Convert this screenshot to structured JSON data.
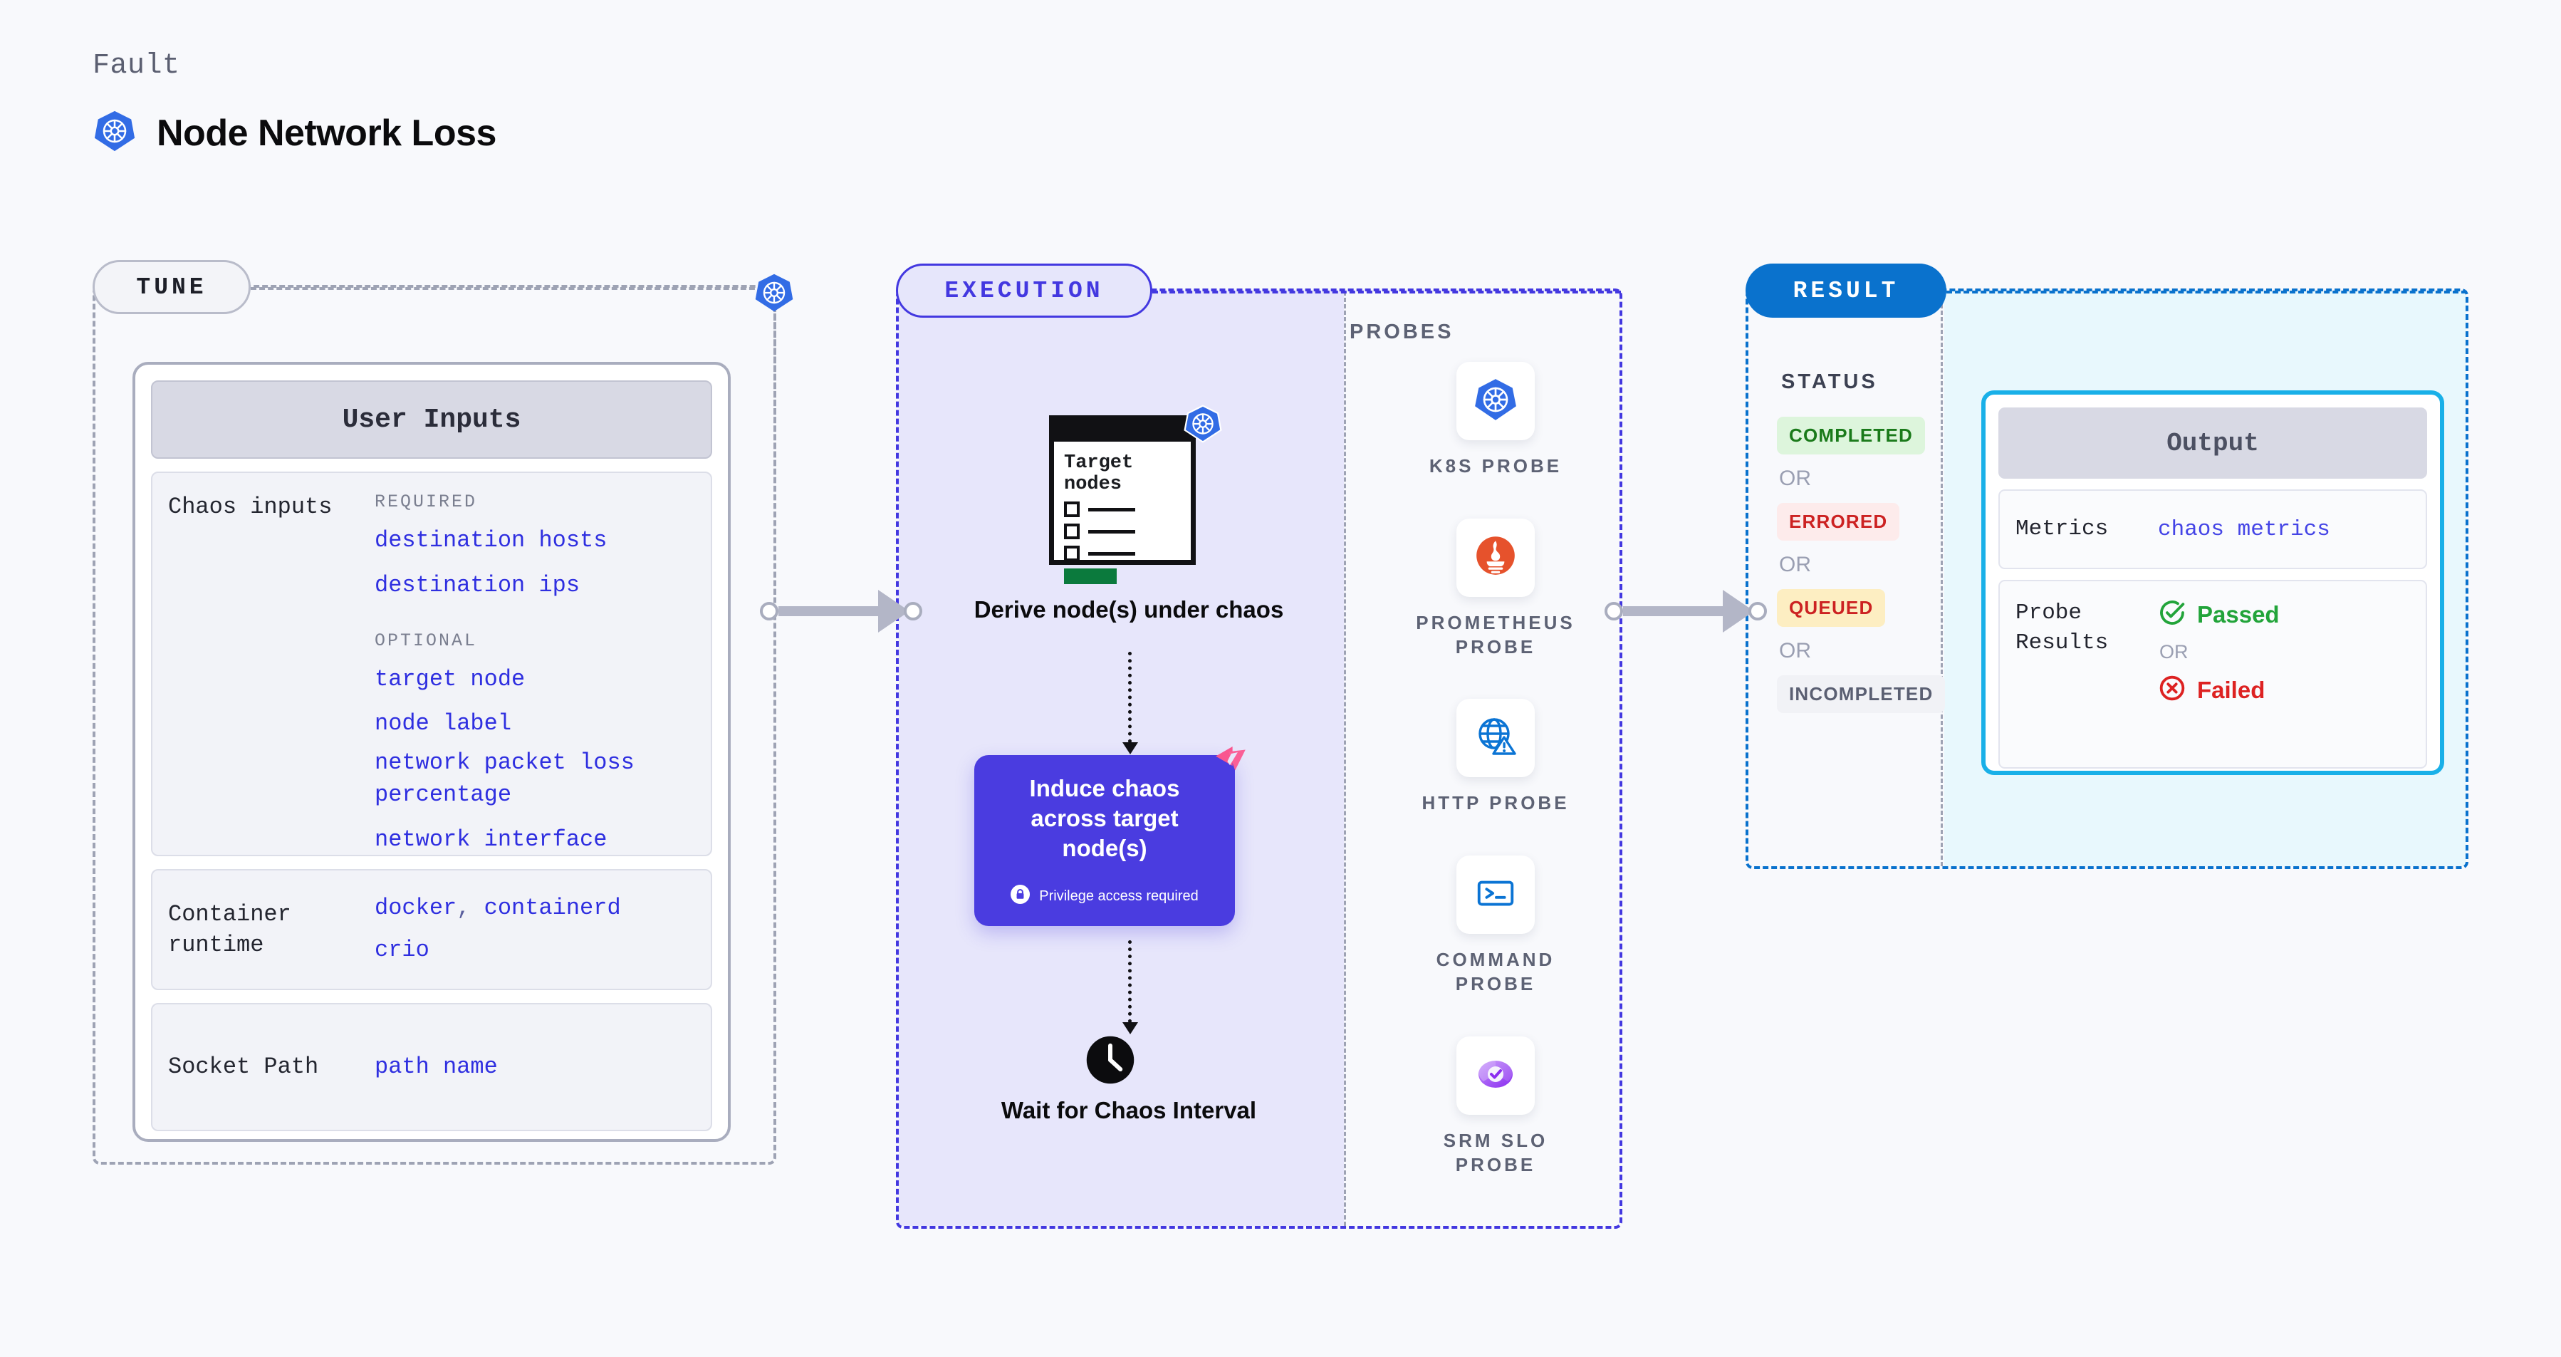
{
  "header": {
    "eyebrow": "Fault",
    "title": "Node Network Loss",
    "icon": "kubernetes-icon"
  },
  "stages": {
    "tune": {
      "label": "TUNE"
    },
    "execution": {
      "label": "EXECUTION"
    },
    "result": {
      "label": "RESULT"
    }
  },
  "tune": {
    "card_header": "User Inputs",
    "groups": [
      {
        "label": "Chaos inputs",
        "required_tag": "REQUIRED",
        "required": [
          "destination hosts",
          "destination ips"
        ],
        "optional_tag": "OPTIONAL",
        "optional": [
          "target node",
          "node label",
          "network packet loss percentage",
          "network interface"
        ]
      },
      {
        "label": "Container runtime",
        "values_line1": "docker",
        "separator": ",",
        "values_line1b": "containerd",
        "values_line2": "crio"
      },
      {
        "label": "Socket Path",
        "value": "path name"
      }
    ]
  },
  "execution": {
    "illustration": {
      "heading": "Target nodes",
      "badge_icon": "kubernetes-icon"
    },
    "step1_label": "Derive node(s) under chaos",
    "chaos_box": {
      "title": "Induce chaos across target node(s)",
      "privilege_note": "Privilege access required",
      "lock_icon": "lock-icon",
      "corner_icon": "litmus-chaos-icon",
      "color": "#4a3ce0"
    },
    "step3": {
      "icon": "clock-icon",
      "label": "Wait for Chaos Interval"
    },
    "probes_title": "PROBES",
    "probes": [
      {
        "name": "K8S PROBE",
        "icon": "kubernetes-icon"
      },
      {
        "name": "PROMETHEUS PROBE",
        "icon": "prometheus-icon"
      },
      {
        "name": "HTTP PROBE",
        "icon": "globe-warning-icon"
      },
      {
        "name": "COMMAND PROBE",
        "icon": "terminal-icon"
      },
      {
        "name": "SRM SLO PROBE",
        "icon": "srm-slo-icon"
      }
    ]
  },
  "result": {
    "status_title": "STATUS",
    "or_text": "OR",
    "statuses": [
      {
        "label": "COLOR-COMPLETED",
        "text": "COMPLETED",
        "bg": "#ddf5dc",
        "fg": "#1a7a1a"
      },
      {
        "label": "COLOR-ERRORED",
        "text": "ERRORED",
        "bg": "#fdebeb",
        "fg": "#cc2222"
      },
      {
        "label": "COLOR-QUEUED",
        "text": "QUEUED",
        "bg": "#fdeec2",
        "fg": "#cc2222"
      },
      {
        "label": "COLOR-INCOMPLETED",
        "text": "INCOMPLETED",
        "bg": "#f1f2f6",
        "fg": "#5a5f72"
      }
    ],
    "output": {
      "header": "Output",
      "metrics_label": "Metrics",
      "metrics_value": "chaos metrics",
      "probe_results_label": "Probe Results",
      "passed_text": "Passed",
      "failed_text": "Failed",
      "or_text": "OR",
      "pass_icon": "check-circle-icon",
      "fail_icon": "x-circle-icon"
    }
  }
}
